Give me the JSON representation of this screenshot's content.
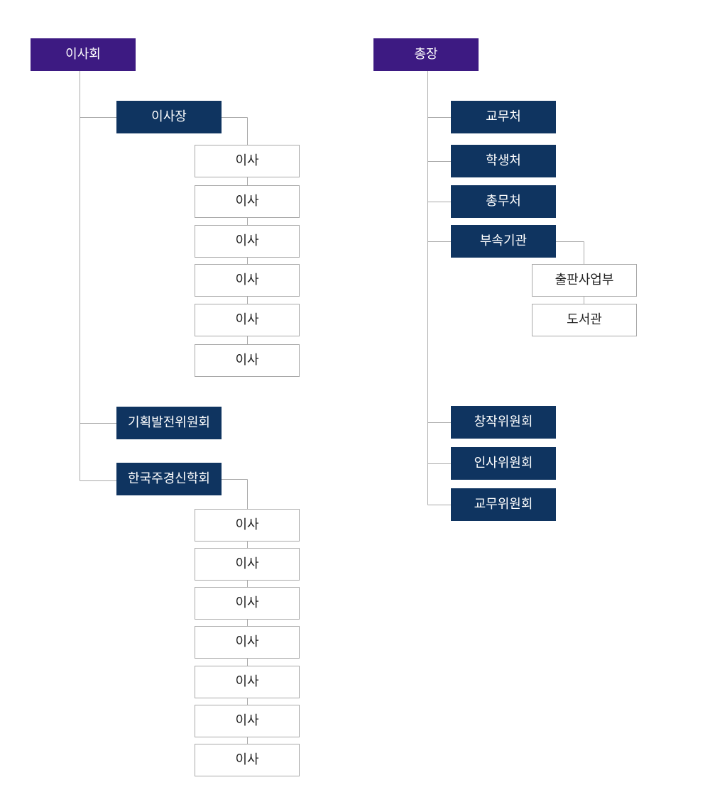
{
  "colors": {
    "top": "#3d1a82",
    "mid": "#0f3460",
    "leaf_border": "#a9a9a9",
    "line": "#a9a9a9"
  },
  "board": {
    "title": "이사회",
    "chair": "이사장",
    "chair_directors": [
      "이사",
      "이사",
      "이사",
      "이사",
      "이사",
      "이사"
    ],
    "planning_committee": "기획발전위원회",
    "society": "한국주경신학회",
    "society_directors": [
      "이사",
      "이사",
      "이사",
      "이사",
      "이사",
      "이사",
      "이사"
    ]
  },
  "president": {
    "title": "총장",
    "offices": [
      "교무처",
      "학생처",
      "총무처"
    ],
    "affiliated": "부속기관",
    "affiliated_units": [
      "출판사업부",
      "도서관"
    ],
    "committees": [
      "창작위원회",
      "인사위원회",
      "교무위원회"
    ]
  }
}
